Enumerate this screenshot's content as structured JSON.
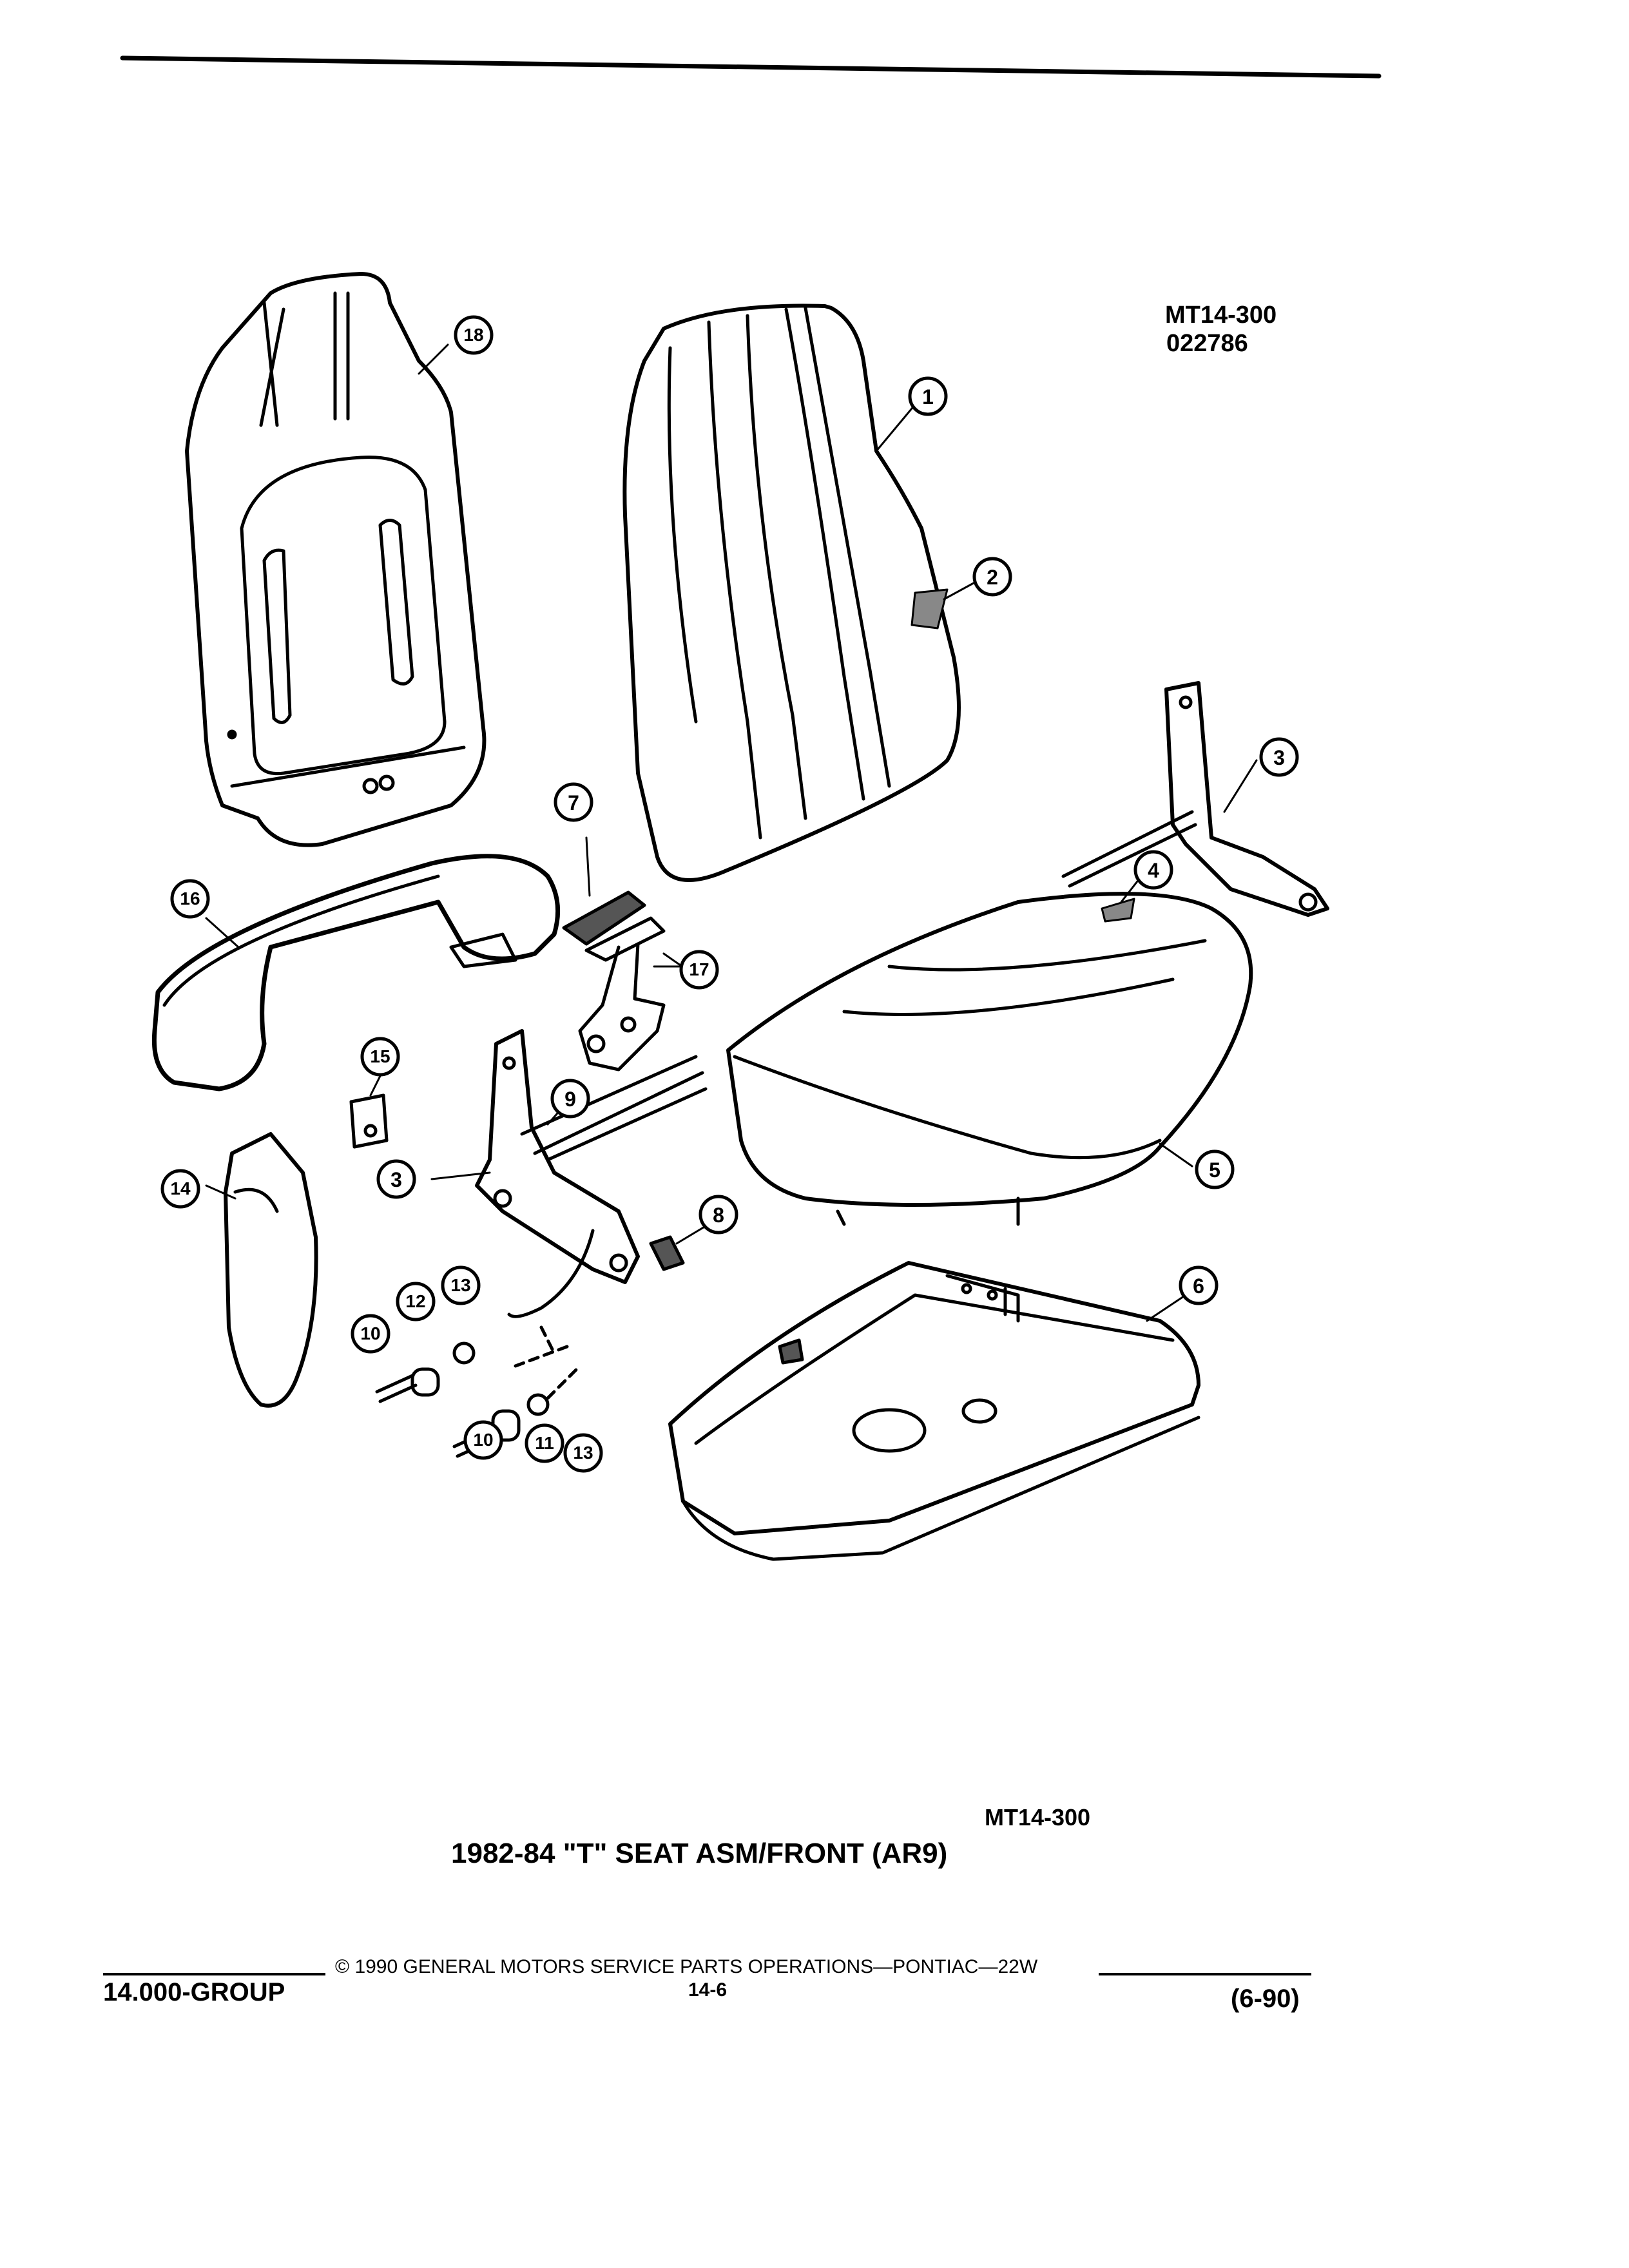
{
  "header": {
    "figure_code": "MT14-300",
    "figure_date": "022786"
  },
  "callouts": [
    {
      "id": "c1",
      "label": "1"
    },
    {
      "id": "c2",
      "label": "2"
    },
    {
      "id": "c3a",
      "label": "3"
    },
    {
      "id": "c3b",
      "label": "3"
    },
    {
      "id": "c4",
      "label": "4"
    },
    {
      "id": "c5",
      "label": "5"
    },
    {
      "id": "c6",
      "label": "6"
    },
    {
      "id": "c7",
      "label": "7"
    },
    {
      "id": "c8",
      "label": "8"
    },
    {
      "id": "c9",
      "label": "9"
    },
    {
      "id": "c10a",
      "label": "10"
    },
    {
      "id": "c10b",
      "label": "10"
    },
    {
      "id": "c11",
      "label": "11"
    },
    {
      "id": "c12",
      "label": "12"
    },
    {
      "id": "c13a",
      "label": "13"
    },
    {
      "id": "c13b",
      "label": "13"
    },
    {
      "id": "c14",
      "label": "14"
    },
    {
      "id": "c15",
      "label": "15"
    },
    {
      "id": "c16",
      "label": "16"
    },
    {
      "id": "c17",
      "label": "17"
    },
    {
      "id": "c18",
      "label": "18"
    }
  ],
  "caption": {
    "figure_code": "MT14-300",
    "title": "1982-84 \"T\" SEAT ASM/FRONT (AR9)"
  },
  "footer": {
    "copyright": "© 1990 GENERAL MOTORS SERVICE PARTS OPERATIONS—PONTIAC—22W",
    "group": "14.000-GROUP",
    "page": "14-6",
    "date": "(6-90)"
  }
}
